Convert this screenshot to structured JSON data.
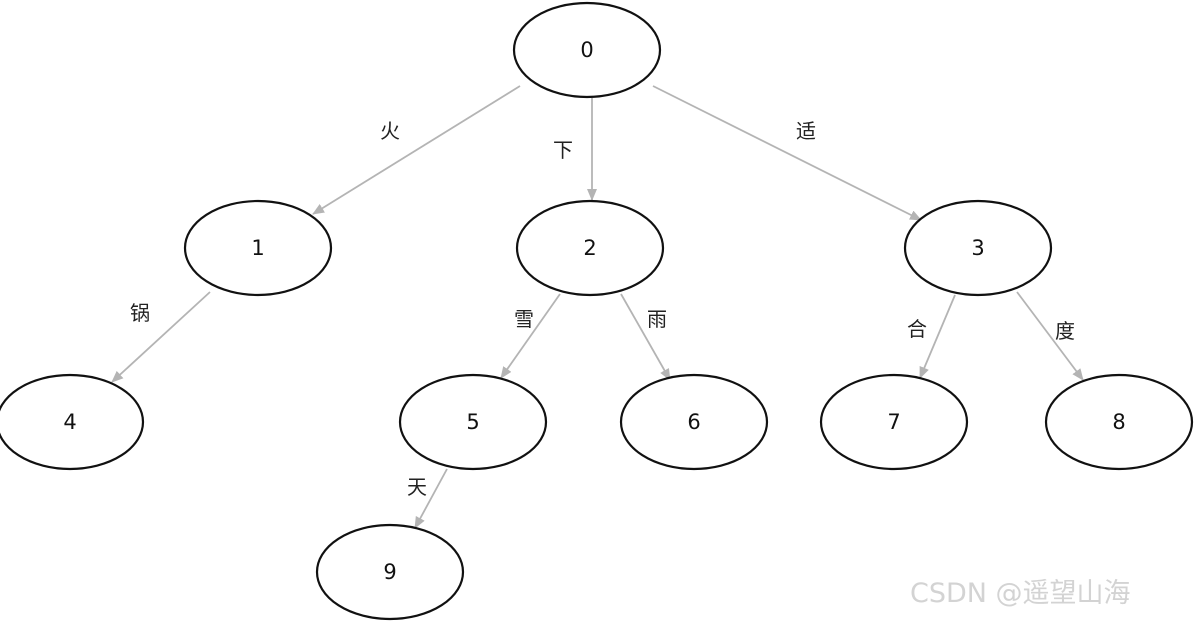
{
  "nodes": [
    {
      "id": "0",
      "label": "0"
    },
    {
      "id": "1",
      "label": "1"
    },
    {
      "id": "2",
      "label": "2"
    },
    {
      "id": "3",
      "label": "3"
    },
    {
      "id": "4",
      "label": "4"
    },
    {
      "id": "5",
      "label": "5"
    },
    {
      "id": "6",
      "label": "6"
    },
    {
      "id": "7",
      "label": "7"
    },
    {
      "id": "8",
      "label": "8"
    },
    {
      "id": "9",
      "label": "9"
    }
  ],
  "edges": [
    {
      "from": "0",
      "to": "1",
      "label": "火"
    },
    {
      "from": "0",
      "to": "2",
      "label": "下"
    },
    {
      "from": "0",
      "to": "3",
      "label": "适"
    },
    {
      "from": "1",
      "to": "4",
      "label": "锅"
    },
    {
      "from": "2",
      "to": "5",
      "label": "雪"
    },
    {
      "from": "2",
      "to": "6",
      "label": "雨"
    },
    {
      "from": "3",
      "to": "7",
      "label": "合"
    },
    {
      "from": "3",
      "to": "8",
      "label": "度"
    },
    {
      "from": "5",
      "to": "9",
      "label": "天"
    }
  ],
  "colors": {
    "edge": "#b4b4b4",
    "node_stroke": "#111111",
    "watermark": "#d3d3d3"
  },
  "watermark": "CSDN @遥望山海"
}
